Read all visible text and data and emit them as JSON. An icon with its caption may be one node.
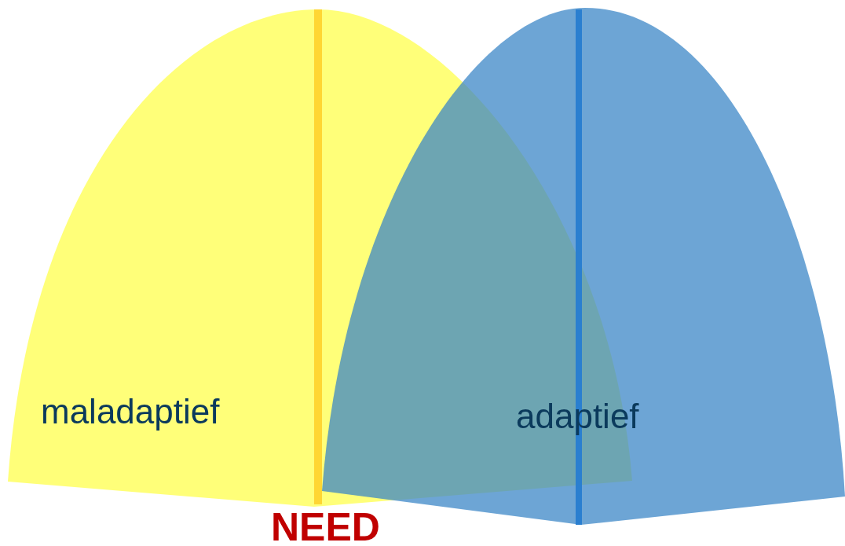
{
  "diagram": {
    "nodes": [
      {
        "text": [
          "maladaptief"
        ]
      },
      {
        "text": [
          "adaptief"
        ]
      }
    ],
    "labels": [
      "NEED"
    ]
  }
}
